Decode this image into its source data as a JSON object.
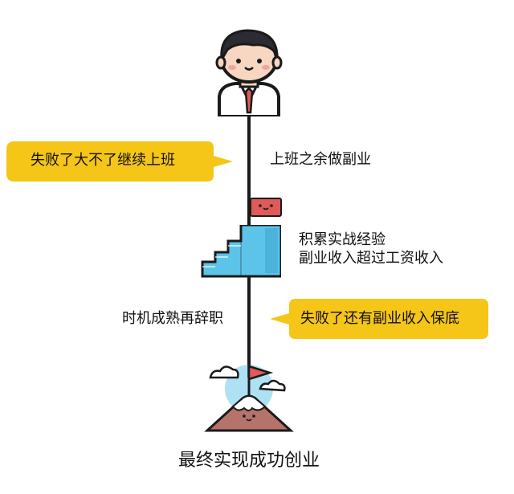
{
  "callouts": {
    "left": "失败了大不了继续上班",
    "right": "失败了还有副业收入保底"
  },
  "steps": {
    "side_job": "上班之余做副业",
    "experience_line1": "积累实战经验",
    "experience_line2": "副业收入超过工资收入",
    "resign": "时机成熟再辞职"
  },
  "final": "最终实现成功创业",
  "colors": {
    "callout_yellow": "#F5C518",
    "stairs_blue": "#5CC4E8",
    "flag_red": "#E05A5A",
    "line": "#1a1a1a"
  },
  "icons": {
    "person": "businessman-icon",
    "flag": "small-flag-icon",
    "stairs": "stairs-icon",
    "mountain": "mountain-flag-icon"
  }
}
